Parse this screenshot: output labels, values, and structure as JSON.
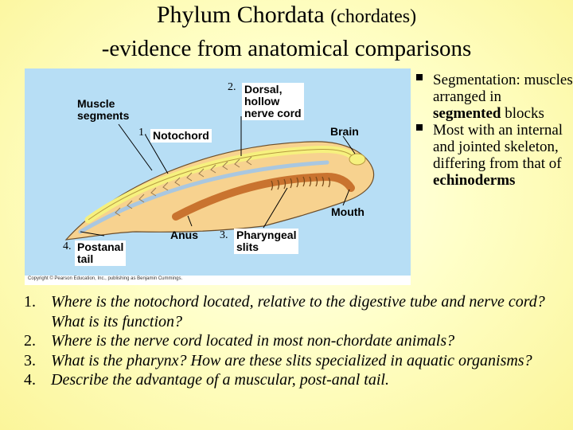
{
  "title": {
    "main": "Phylum Chordata",
    "paren": "(chordates)"
  },
  "subtitle": "-evidence from anatomical comparisons",
  "diagram": {
    "muscle_segments": [
      "Muscle",
      "segments"
    ],
    "label1_num": "1.",
    "label1": "Notochord",
    "label2_num": "2.",
    "label2": [
      "Dorsal,",
      "hollow",
      "nerve cord"
    ],
    "brain": "Brain",
    "mouth": "Mouth",
    "anus": "Anus",
    "label3_num": "3.",
    "label3": [
      "Pharyngeal",
      "slits"
    ],
    "label4_num": "4.",
    "label4": [
      "Postanal",
      "tail"
    ],
    "credit": "Copyright © Pearson Education, Inc., publishing as Benjamin Cummings."
  },
  "bullets": [
    {
      "parts": [
        [
          "Segmentation: muscles arranged in ",
          false
        ],
        [
          "segmented",
          true
        ],
        [
          " blocks",
          false
        ]
      ]
    },
    {
      "parts": [
        [
          "Most with an internal and jointed skeleton, differing from that of ",
          false
        ],
        [
          "echinoderms",
          true
        ]
      ]
    }
  ],
  "questions": [
    {
      "num": "1.",
      "text": "Where is the notochord located, relative to the digestive tube and nerve cord? What is its function?"
    },
    {
      "num": "2.",
      "text": "Where is the nerve cord located in most non-chordate animals?"
    },
    {
      "num": "3.",
      "text": "What is the pharynx? How are these slits specialized in aquatic organisms?"
    },
    {
      "num": "4.",
      "text": "Describe the advantage of a muscular, post-anal tail."
    }
  ]
}
